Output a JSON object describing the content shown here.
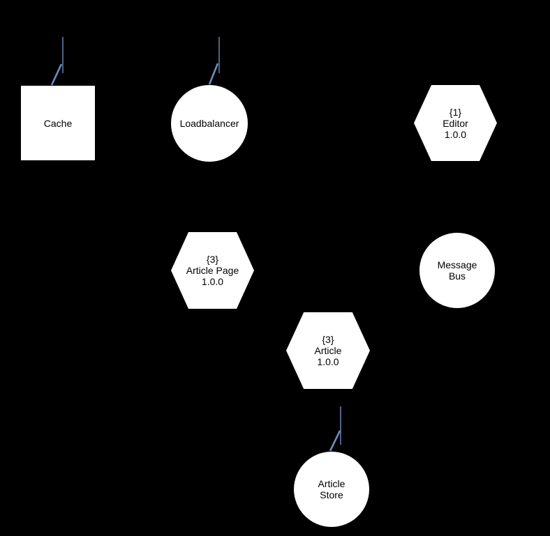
{
  "diagram": {
    "colors": {
      "bg": "#000000",
      "node-fill": "#ffffff",
      "node-text": "#000000",
      "edge": "#6c8ebf"
    },
    "nodes": {
      "cache": {
        "shape": "square",
        "label": "Cache"
      },
      "loadbalancer": {
        "shape": "circle",
        "label": "Loadbalancer"
      },
      "editor": {
        "shape": "hexagon",
        "lines": [
          "{1}",
          "Editor",
          "1.0.0"
        ]
      },
      "article_page": {
        "shape": "hexagon",
        "lines": [
          "{3}",
          "Article Page",
          "1.0.0"
        ]
      },
      "message_bus": {
        "shape": "circle",
        "lines": [
          "Message",
          "Bus"
        ]
      },
      "article": {
        "shape": "hexagon",
        "lines": [
          "{3}",
          "Article",
          "1.0.0"
        ]
      },
      "article_store": {
        "shape": "circle",
        "lines": [
          "Article",
          "Store"
        ]
      }
    }
  }
}
